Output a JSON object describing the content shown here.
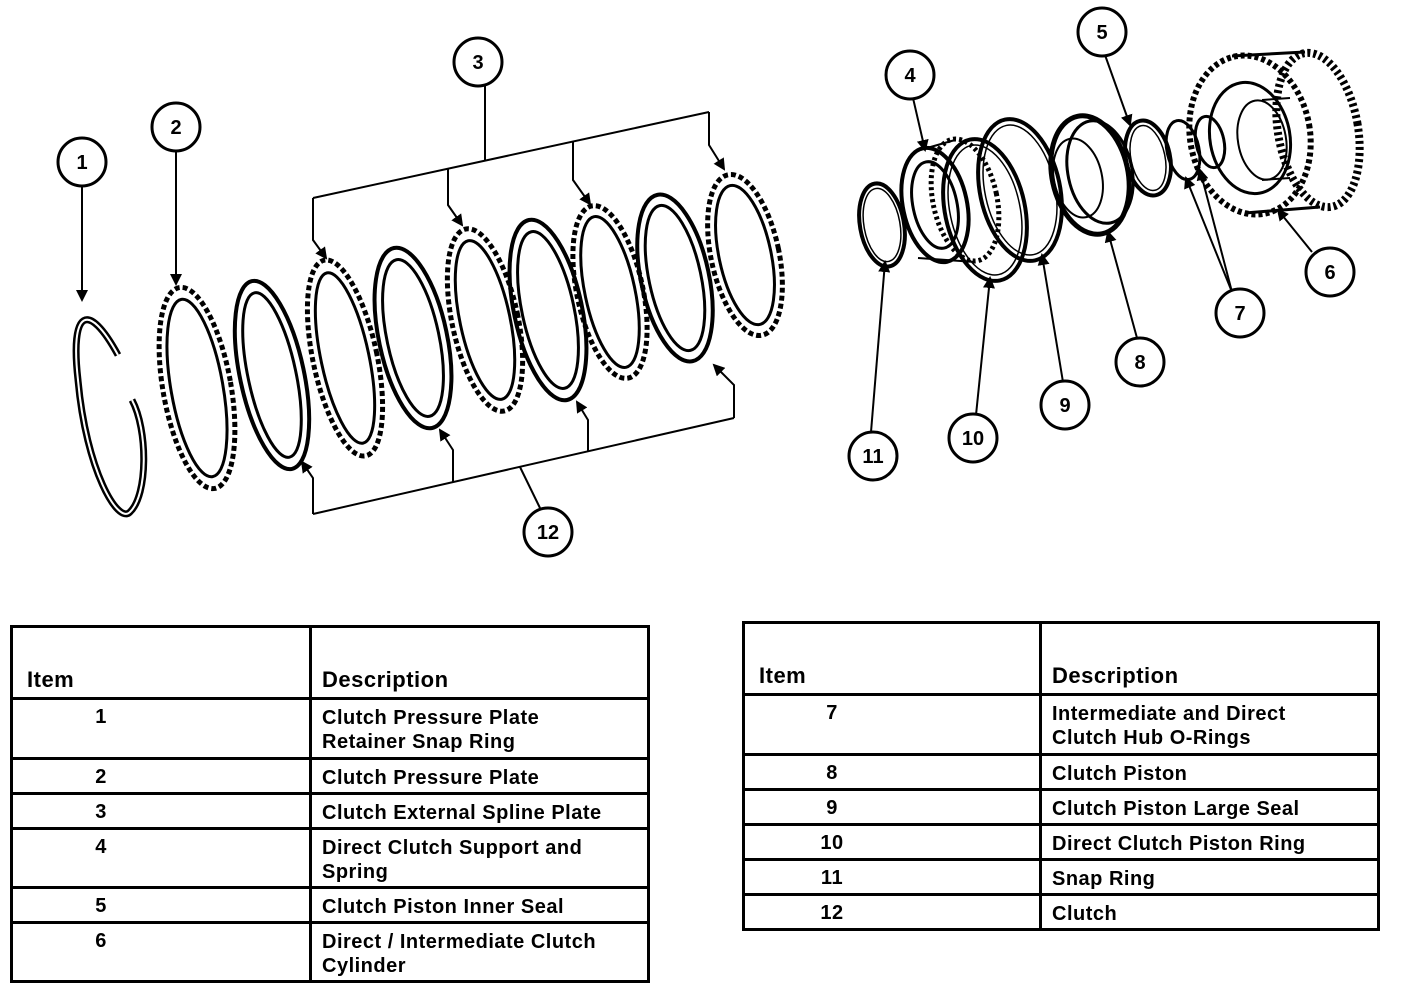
{
  "callouts": [
    "1",
    "2",
    "3",
    "4",
    "5",
    "6",
    "7",
    "8",
    "9",
    "10",
    "11",
    "12"
  ],
  "table_left": {
    "headers": {
      "item": "Item",
      "description": "Description"
    },
    "rows": [
      {
        "item": "1",
        "description": "Clutch Pressure Plate\nRetainer Snap Ring"
      },
      {
        "item": "2",
        "description": "Clutch Pressure Plate"
      },
      {
        "item": "3",
        "description": "Clutch External Spline Plate"
      },
      {
        "item": "4",
        "description": "Direct Clutch Support and\nSpring"
      },
      {
        "item": "5",
        "description": "Clutch Piston Inner Seal"
      },
      {
        "item": "6",
        "description": "Direct / Intermediate Clutch\nCylinder"
      }
    ]
  },
  "table_right": {
    "headers": {
      "item": "Item",
      "description": "Description"
    },
    "rows": [
      {
        "item": "7",
        "description": "Intermediate and Direct\nClutch Hub O-Rings"
      },
      {
        "item": "8",
        "description": "Clutch Piston"
      },
      {
        "item": "9",
        "description": "Clutch Piston Large Seal"
      },
      {
        "item": "10",
        "description": "Direct Clutch Piston Ring"
      },
      {
        "item": "11",
        "description": "Snap Ring"
      },
      {
        "item": "12",
        "description": "Clutch"
      }
    ]
  }
}
